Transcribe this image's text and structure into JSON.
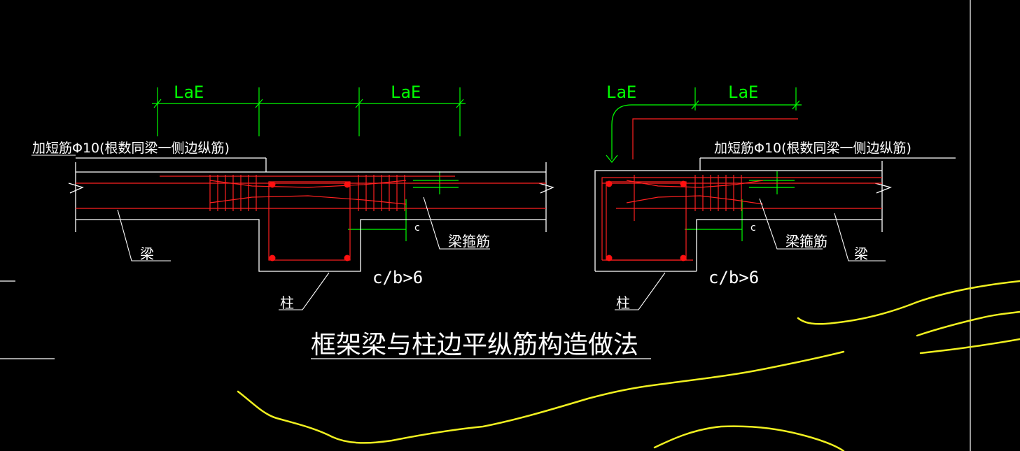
{
  "colors": {
    "background": "#000000",
    "outline": "#ffffff",
    "dimension": "#00ff00",
    "rebar": "#ff2020",
    "rebar_dot": "#ff1010",
    "annotation": "#ffffff",
    "sketch": "#f0f020"
  },
  "left_detail": {
    "dim_label_1": "LaE",
    "dim_label_2": "LaE",
    "note": "加短筋Φ10(根数同梁一侧边纵筋)",
    "beam_label": "梁",
    "stirrup_label": "梁箍筋",
    "column_label": "柱",
    "cover_label": "c",
    "ratio_label": "c/b>6"
  },
  "right_detail": {
    "dim_label_1": "LaE",
    "dim_label_2": "LaE",
    "note": "加短筋Φ10(根数同梁一侧边纵筋)",
    "beam_label": "梁",
    "stirrup_label": "梁箍筋",
    "column_label": "柱",
    "cover_label": "c",
    "ratio_label": "c/b>6"
  },
  "drawing_title": "框架梁与柱边平纵筋构造做法"
}
